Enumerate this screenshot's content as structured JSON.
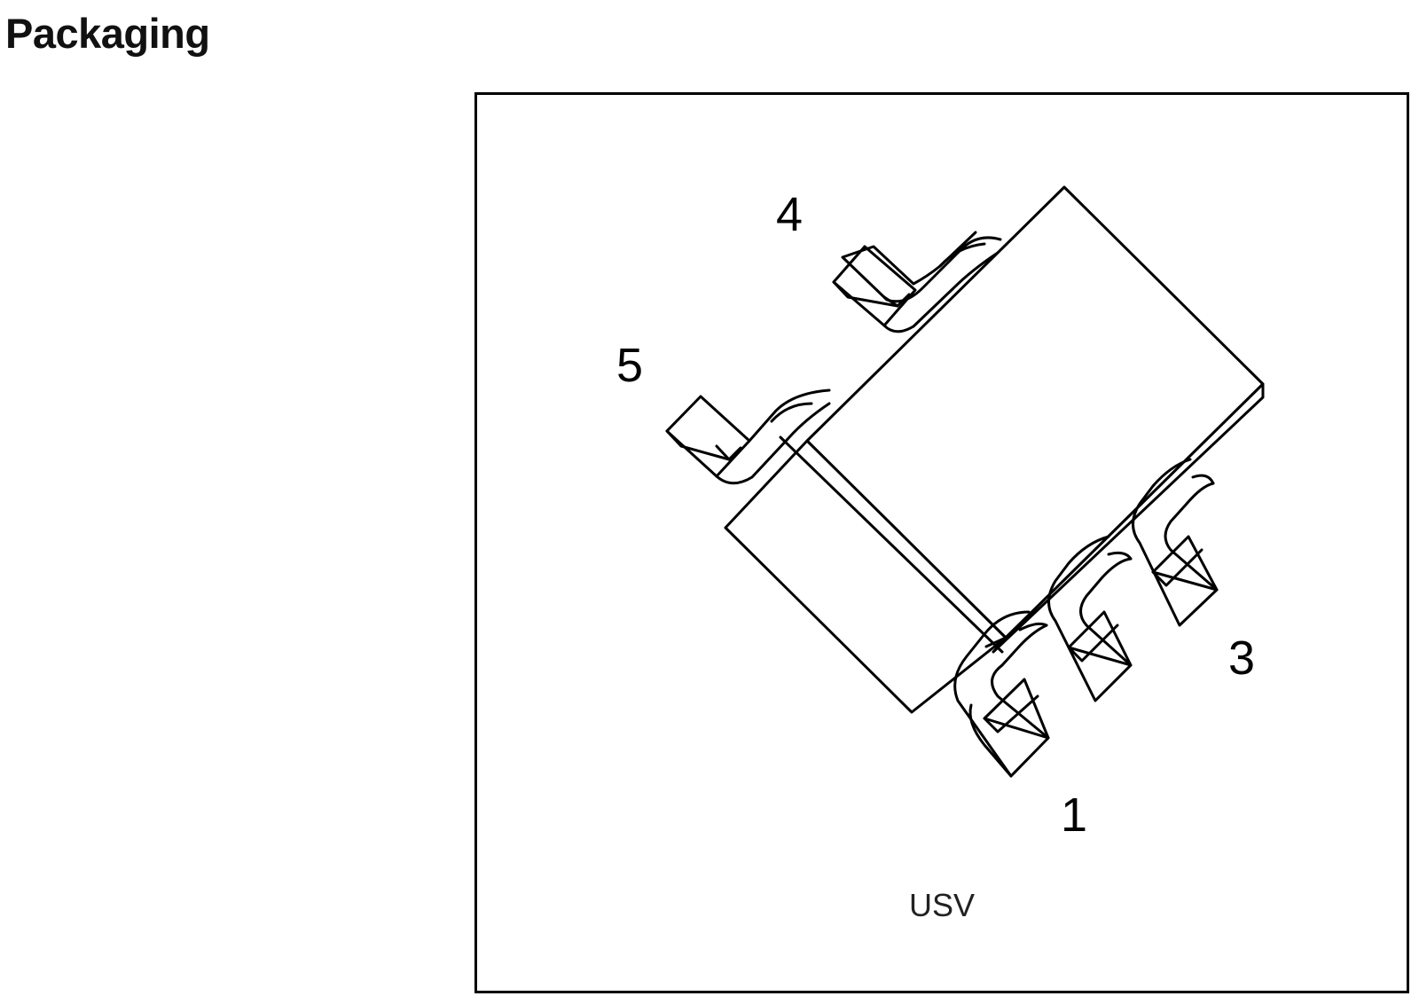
{
  "title": "Packaging",
  "package": {
    "name": "USV",
    "pin_labels": {
      "pin1": "1",
      "pin3": "3",
      "pin4": "4",
      "pin5": "5"
    }
  }
}
